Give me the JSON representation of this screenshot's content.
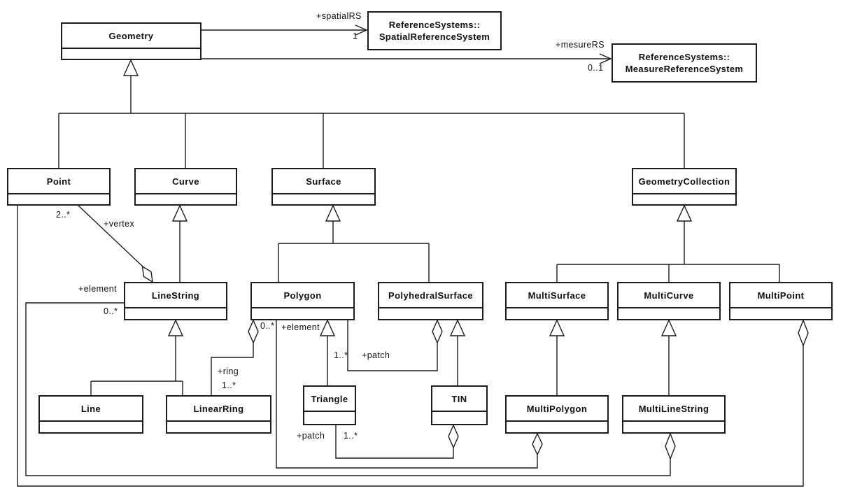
{
  "classes": {
    "geometry": "Geometry",
    "spatial_reference_system": {
      "line1": "ReferenceSystems::",
      "line2": "SpatialReferenceSystem"
    },
    "measure_reference_system": {
      "line1": "ReferenceSystems::",
      "line2": "MeasureReferenceSystem"
    },
    "point": "Point",
    "curve": "Curve",
    "surface": "Surface",
    "geometry_collection": "GeometryCollection",
    "line_string": "LineString",
    "polygon": "Polygon",
    "polyhedral_surface": "PolyhedralSurface",
    "multi_surface": "MultiSurface",
    "multi_curve": "MultiCurve",
    "multi_point": "MultiPoint",
    "line": "Line",
    "linear_ring": "LinearRing",
    "triangle": "Triangle",
    "tin": "TIN",
    "multi_polygon": "MultiPolygon",
    "multi_line_string": "MultiLineString"
  },
  "labels": {
    "spatial_rs_role": "+spatialRS",
    "spatial_rs_mult": "1",
    "measure_rs_role": "+mesureRS",
    "measure_rs_mult": "0..1",
    "vertex_mult": "2..*",
    "vertex_role": "+vertex",
    "linestring_element_role": "+element",
    "linestring_element_mult": "0..*",
    "polygon_ring_mult": "0..*",
    "polygon_element_role": "+element",
    "ring_role": "+ring",
    "ring_mult": "1..*",
    "polygon_patch_mult": "1..*",
    "polygon_patch_role": "+patch",
    "triangle_patch_role": "+patch",
    "triangle_patch_mult": "1..*"
  }
}
